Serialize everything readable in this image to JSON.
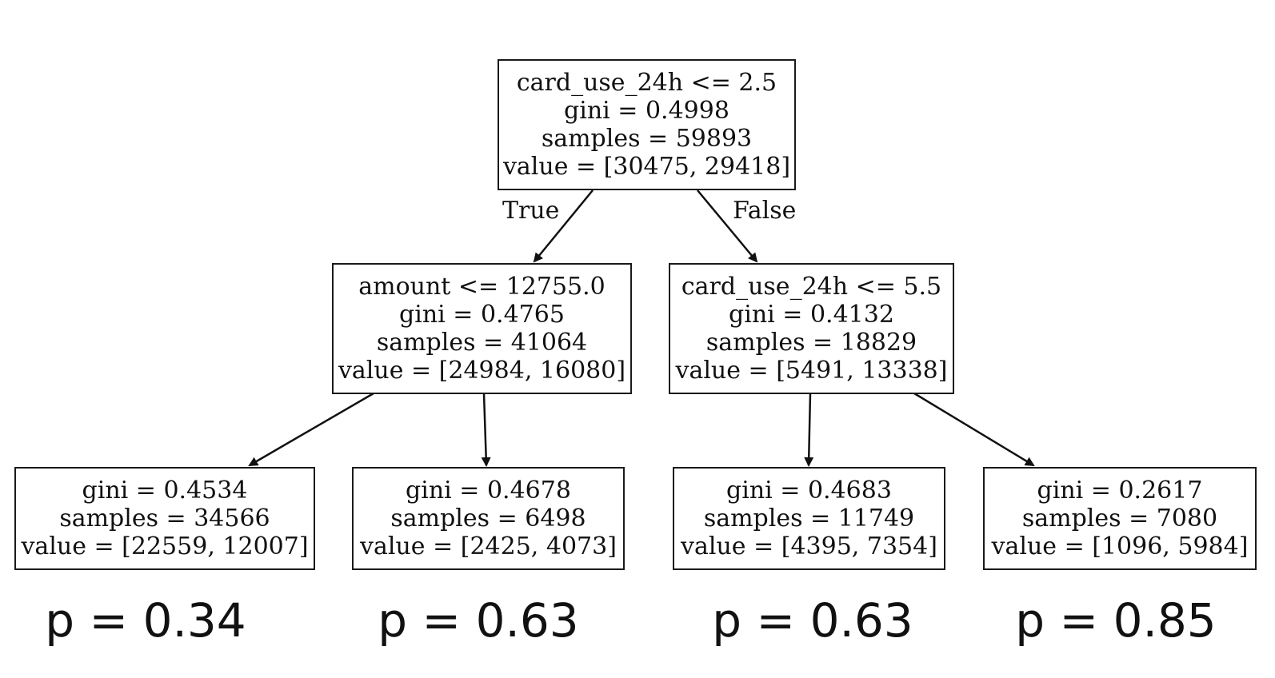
{
  "tree": {
    "root": {
      "condition": "card_use_24h <= 2.5",
      "gini": "gini = 0.4998",
      "samples": "samples = 59893",
      "value": "value = [30475, 29418]"
    },
    "edge_true": "True",
    "edge_false": "False",
    "left": {
      "condition": "amount <= 12755.0",
      "gini": "gini = 0.4765",
      "samples": "samples = 41064",
      "value": "value = [24984, 16080]"
    },
    "right": {
      "condition": "card_use_24h <= 5.5",
      "gini": "gini = 0.4132",
      "samples": "samples = 18829",
      "value": "value = [5491, 13338]"
    },
    "leaves": [
      {
        "gini": "gini = 0.4534",
        "samples": "samples = 34566",
        "value": "value = [22559, 12007]",
        "p": "p = 0.34"
      },
      {
        "gini": "gini = 0.4678",
        "samples": "samples = 6498",
        "value": "value = [2425, 4073]",
        "p": "p = 0.63"
      },
      {
        "gini": "gini = 0.4683",
        "samples": "samples = 11749",
        "value": "value = [4395, 7354]",
        "p": "p = 0.63"
      },
      {
        "gini": "gini = 0.2617",
        "samples": "samples = 7080",
        "value": "value = [1096, 5984]",
        "p": "p = 0.85"
      }
    ]
  },
  "colors": {
    "stroke": "#1a1a1a",
    "text": "#111111",
    "background": "#ffffff"
  }
}
